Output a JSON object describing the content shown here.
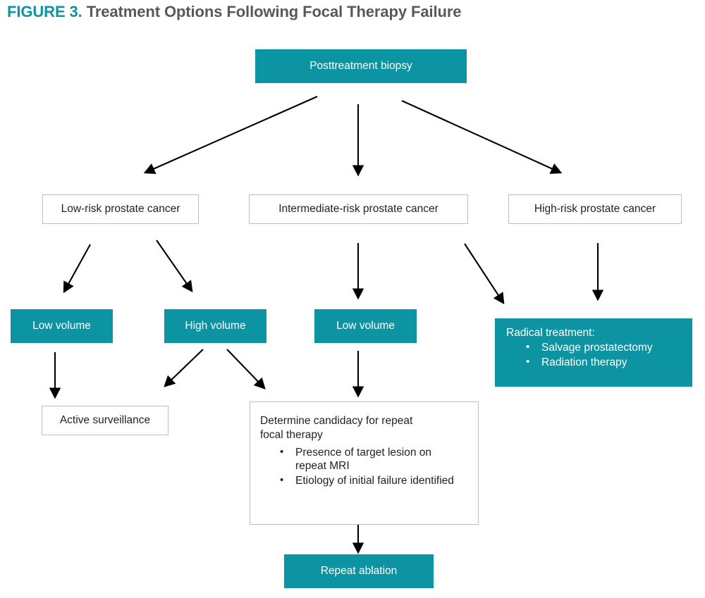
{
  "title": {
    "label": "FIGURE 3.",
    "caption": "Treatment Options Following Focal Therapy Failure"
  },
  "colors": {
    "teal": "#0d94a3",
    "title_caption": "#58595b",
    "box_border": "#bcbec0",
    "arrow": "#000000",
    "text_dark": "#231f20",
    "text_light": "#ffffff"
  },
  "nodes": {
    "posttreatment_biopsy": {
      "label": "Posttreatment biopsy",
      "style": "teal"
    },
    "low_risk": {
      "label": "Low-risk prostate cancer",
      "style": "plain"
    },
    "intermediate_risk": {
      "label": "Intermediate-risk prostate cancer",
      "style": "plain"
    },
    "high_risk": {
      "label": "High-risk prostate cancer",
      "style": "plain"
    },
    "low_volume_left": {
      "label": "Low volume",
      "style": "teal"
    },
    "high_volume": {
      "label": "High volume",
      "style": "teal"
    },
    "low_volume_mid": {
      "label": "Low volume",
      "style": "teal"
    },
    "radical_treatment": {
      "heading": "Radical treatment:",
      "style": "teal",
      "bullets": [
        "Salvage prostatectomy",
        "Radiation therapy"
      ]
    },
    "active_surveillance": {
      "label": "Active surveillance",
      "style": "plain"
    },
    "determine_candidacy": {
      "heading": "Determine candidacy for repeat focal therapy",
      "style": "plain",
      "bullets": [
        "Presence of target lesion on repeat MRI",
        "Etiology of initial failure identified"
      ]
    },
    "repeat_ablation": {
      "label": "Repeat ablation",
      "style": "teal"
    }
  },
  "chart_data": {
    "type": "diagram",
    "title": "Treatment Options Following Focal Therapy Failure",
    "diagram_kind": "flowchart",
    "edges": [
      {
        "from": "posttreatment_biopsy",
        "to": "low_risk",
        "kind": "diagonal-left"
      },
      {
        "from": "posttreatment_biopsy",
        "to": "intermediate_risk",
        "kind": "vertical"
      },
      {
        "from": "posttreatment_biopsy",
        "to": "high_risk",
        "kind": "diagonal-right"
      },
      {
        "from": "low_risk",
        "to": "low_volume_left",
        "kind": "diagonal-left"
      },
      {
        "from": "low_risk",
        "to": "high_volume",
        "kind": "diagonal-right"
      },
      {
        "from": "intermediate_risk",
        "to": "low_volume_mid",
        "kind": "vertical"
      },
      {
        "from": "intermediate_risk",
        "to": "radical_treatment",
        "kind": "diagonal-right"
      },
      {
        "from": "high_risk",
        "to": "radical_treatment",
        "kind": "vertical"
      },
      {
        "from": "low_volume_left",
        "to": "active_surveillance",
        "kind": "vertical"
      },
      {
        "from": "high_volume",
        "to": "active_surveillance",
        "kind": "diagonal-left"
      },
      {
        "from": "high_volume",
        "to": "determine_candidacy",
        "kind": "diagonal-right"
      },
      {
        "from": "low_volume_mid",
        "to": "determine_candidacy",
        "kind": "vertical"
      },
      {
        "from": "determine_candidacy",
        "to": "repeat_ablation",
        "kind": "vertical"
      }
    ]
  }
}
